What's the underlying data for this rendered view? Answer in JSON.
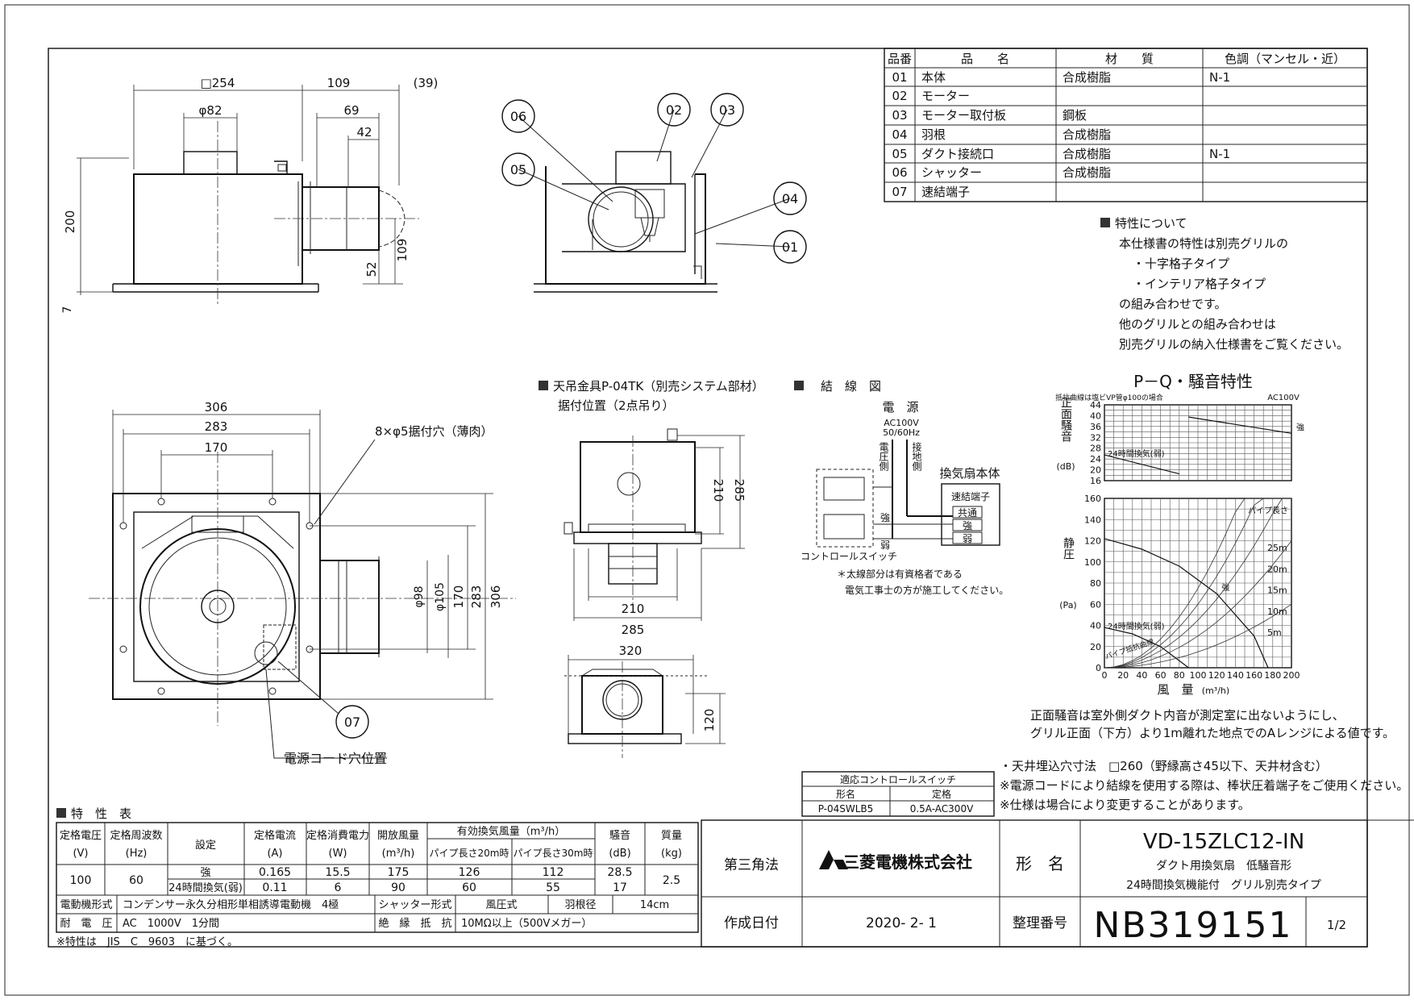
{
  "parts_table": {
    "headers": [
      "品番",
      "品　　名",
      "材　　質",
      "色調（マンセル・近）"
    ],
    "rows": [
      [
        "01",
        "本体",
        "合成樹脂",
        "N-1"
      ],
      [
        "02",
        "モーター",
        "",
        ""
      ],
      [
        "03",
        "モーター取付板",
        "鋼板",
        ""
      ],
      [
        "04",
        "羽根",
        "合成樹脂",
        ""
      ],
      [
        "05",
        "ダクト接続口",
        "合成樹脂",
        "N-1"
      ],
      [
        "06",
        "シャッター",
        "合成樹脂",
        ""
      ],
      [
        "07",
        "速結端子",
        "",
        ""
      ]
    ]
  },
  "side_view": {
    "dims": [
      "□254",
      "109",
      "(39)",
      "φ82",
      "69",
      "42",
      "200",
      "52",
      "109",
      "7"
    ]
  },
  "section_labels": [
    "06",
    "02",
    "03",
    "05",
    "04",
    "01"
  ],
  "plan_view": {
    "dims": [
      "306",
      "283",
      "170",
      "φ98",
      "φ105",
      "170",
      "283",
      "306"
    ],
    "hole_note": "8×φ5据付穴（薄肉）",
    "label_07": "07",
    "cord_note": "電源コード穴位置"
  },
  "hanger": {
    "title": "天吊金具P-04TK（別売システム部材）",
    "subtitle": "据付位置（2点吊り）",
    "dims": [
      "210",
      "285",
      "210",
      "285",
      "320",
      "120"
    ]
  },
  "wiring": {
    "title": "結　線　図",
    "power": "電　源",
    "power_spec_1": "AC100V",
    "power_spec_2": "50/60Hz",
    "side_left": "電圧側",
    "side_right": "接地側",
    "fan_body": "換気扇本体",
    "terminal": "速結端子",
    "t_common": "共通",
    "t_strong": "強",
    "t_weak": "弱",
    "sw_strong": "強",
    "sw_weak": "弱",
    "switch_label": "コントロールスイッチ",
    "note_1": "＊太線部分は有資格者である",
    "note_2": "電気工事士の方が施工してください。"
  },
  "characteristics_note": {
    "title": "特性について",
    "lines": [
      "本仕様書の特性は別売グリルの",
      "・十字格子タイプ",
      "・インテリア格子タイプ",
      "の組み合わせです。",
      "他のグリルとの組み合わせは",
      "別売グリルの納入仕様書をご覧ください。"
    ]
  },
  "chart_data": [
    {
      "type": "line",
      "title": "P－Q・騒音特性",
      "subtitle": "抵抗曲線は塩ビVP管φ100の場合",
      "power_label": "AC100V",
      "ylabel": "正面騒音",
      "yunit": "(dB)",
      "ylim": [
        16,
        44
      ],
      "yticks": [
        16,
        20,
        24,
        28,
        32,
        36,
        40,
        44
      ],
      "xlim": [
        0,
        200
      ],
      "series": [
        {
          "name": "強",
          "x": [
            90,
            200
          ],
          "values": [
            39.5,
            33.5
          ]
        },
        {
          "name": "24時間換気(弱)",
          "x": [
            0,
            80
          ],
          "values": [
            25.5,
            18.5
          ]
        }
      ]
    },
    {
      "type": "line",
      "ylabel": "静圧",
      "yunit": "(Pa)",
      "xlabel": "風　量",
      "xunit": "(m³/h)",
      "ylim": [
        0,
        160
      ],
      "yticks": [
        0,
        20,
        40,
        60,
        80,
        100,
        120,
        140,
        160
      ],
      "xlim": [
        0,
        200
      ],
      "xticks": [
        0,
        20,
        40,
        60,
        80,
        100,
        120,
        140,
        160,
        180,
        200
      ],
      "pipe_legend": "パイプ長さ",
      "pipe_lengths": [
        "25m",
        "20m",
        "15m",
        "10m",
        "5m"
      ],
      "resistance_label": "パイプ抵抗曲線",
      "series": [
        {
          "name": "強",
          "x": [
            0,
            40,
            80,
            120,
            160,
            175
          ],
          "values": [
            122,
            112,
            96,
            70,
            30,
            0
          ]
        },
        {
          "name": "24時間換気(弱)",
          "x": [
            0,
            30,
            60,
            90
          ],
          "values": [
            38,
            32,
            20,
            0
          ]
        }
      ]
    }
  ],
  "test_note": [
    "正面騒音は室外側ダクト内音が測定室に出ないようにし、",
    "グリル正面（下方）より1m離れた地点でのAレンジによる値です。"
  ],
  "install_notes": [
    "・天井埋込穴寸法　□260（野縁高さ45以下、天井材含む）",
    "※電源コードにより結線を使用する際は、棒状圧着端子をご使用ください。",
    "※仕様は場合により変更することがあります。"
  ],
  "switch_table": {
    "title": "適応コントロールスイッチ",
    "col1": "形名",
    "col2": "定格",
    "model": "P-04SWLB5",
    "rating": "0.5A-AC300V"
  },
  "spec_table": {
    "title": "特　性　表",
    "h_voltage": "定格電圧",
    "h_voltage_u": "(V)",
    "h_freq": "定格周波数",
    "h_freq_u": "(Hz)",
    "h_setting": "設定",
    "h_current": "定格電流",
    "h_current_u": "(A)",
    "h_power": "定格消費電力",
    "h_power_u": "(W)",
    "h_open": "開放風量",
    "h_open_u": "(m³/h)",
    "h_eff": "有効換気風量（m³/h）",
    "h_eff_20": "パイプ長さ20m時",
    "h_eff_30": "パイプ長さ30m時",
    "h_noise": "騒音",
    "h_noise_u": "(dB)",
    "h_mass": "質量",
    "h_mass_u": "(kg)",
    "voltage": "100",
    "freq": "60",
    "rows": [
      {
        "setting": "強",
        "current": "0.165",
        "power": "15.5",
        "open": "175",
        "e20": "126",
        "e30": "112",
        "noise": "28.5"
      },
      {
        "setting": "24時間換気(弱)",
        "current": "0.11",
        "power": "6",
        "open": "90",
        "e20": "60",
        "e30": "55",
        "noise": "17"
      }
    ],
    "mass": "2.5",
    "motor_label": "電動機形式",
    "motor_value": "コンデンサー永久分相形単相誘導電動機　4極",
    "shutter_label": "シャッター形式",
    "shutter_value": "風圧式",
    "blade_label": "羽根径",
    "blade_value": "14cm",
    "withstand_label": "耐　電　圧",
    "withstand_value": "AC　1000V　1分間",
    "insulation_label": "絶　縁　抵　抗",
    "insulation_value": "10MΩ以上（500Vメガー）",
    "footnote": "※特性は　JIS　C　9603　に基づく。"
  },
  "title_block": {
    "projection": "第三角法",
    "company": "三菱電機株式会社",
    "model_label": "形　名",
    "model": "VD-15ZLC12-IN",
    "desc_1": "ダクト用換気扇　低騒音形",
    "desc_2": "24時間換気機能付　グリル別売タイプ",
    "date_label": "作成日付",
    "date": "2020- 2- 1",
    "doc_label": "整理番号",
    "doc_no": "NB319151",
    "page": "1/2"
  }
}
